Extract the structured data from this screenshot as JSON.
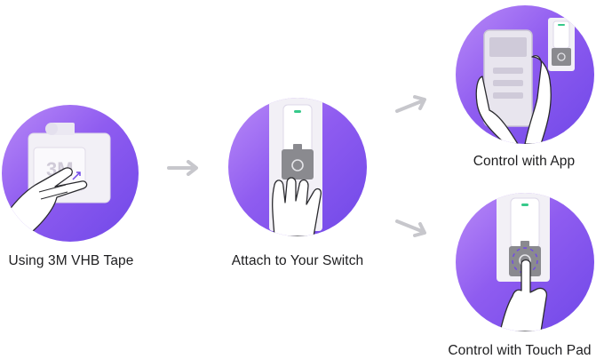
{
  "steps": [
    {
      "id": "tape",
      "label": "Using 3M VHB Tape",
      "tape_text": "3M"
    },
    {
      "id": "attach",
      "label": "Attach to Your Switch"
    },
    {
      "id": "app",
      "label": "Control with App"
    },
    {
      "id": "touch",
      "label": "Control with Touch Pad"
    }
  ],
  "colors": {
    "circle_start": "#b98af7",
    "circle_end": "#7048e8",
    "device": "#f2f0f6",
    "touch_pad": "#8a8a8f",
    "led": "#36c98a",
    "arrow": "#c7c7cc"
  },
  "icons": [
    "hand-icon",
    "tape-icon",
    "switch-device-icon",
    "phone-icon",
    "touch-pad-icon",
    "arrow-right-icon"
  ]
}
